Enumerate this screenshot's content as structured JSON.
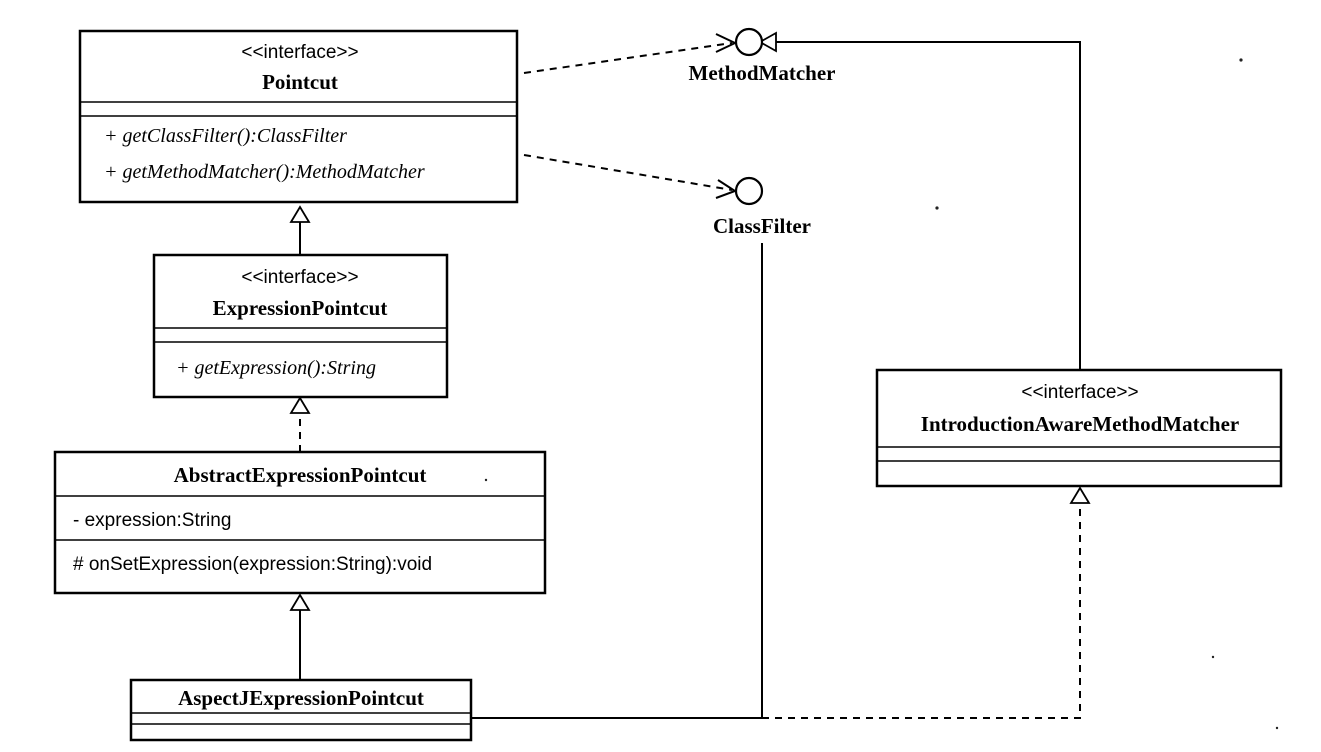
{
  "classes": {
    "pointcut": {
      "stereotype": "<<interface>>",
      "name": "Pointcut",
      "methods": [
        "+ getClassFilter():ClassFilter",
        "+ getMethodMatcher():MethodMatcher"
      ]
    },
    "expression_pointcut": {
      "stereotype": "<<interface>>",
      "name": "ExpressionPointcut",
      "methods": [
        "+ getExpression():String"
      ]
    },
    "abstract_expression_pointcut": {
      "name": "AbstractExpressionPointcut",
      "attributes": [
        "- expression:String"
      ],
      "methods": [
        "# onSetExpression(expression:String):void"
      ]
    },
    "aspectj_expression_pointcut": {
      "name": "AspectJExpressionPointcut"
    },
    "introduction_aware_method_matcher": {
      "stereotype": "<<interface>>",
      "name": "IntroductionAwareMethodMatcher"
    }
  },
  "interfaces": {
    "method_matcher": {
      "name": "MethodMatcher"
    },
    "class_filter": {
      "name": "ClassFilter"
    }
  }
}
